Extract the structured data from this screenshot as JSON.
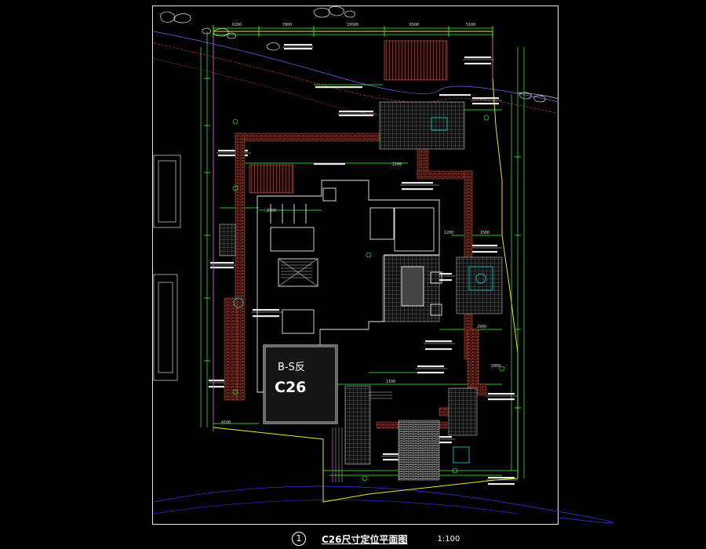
{
  "drawing": {
    "plot_code": "C26",
    "building_type": "B-S反"
  },
  "title_block": {
    "number": "1",
    "title": "C26尺寸定位平面图",
    "scale": "1:100"
  },
  "dimensions_top": [
    "6200",
    "7800",
    "19500",
    "6500",
    "5100"
  ],
  "dimensions_misc": [
    "2100",
    "2300",
    "1100",
    "1200",
    "1500",
    "2900",
    "3900",
    "4100"
  ],
  "colors": {
    "background": "#000000",
    "frame": "#e8e8e8",
    "dimension_green": "#39ff2f",
    "paving_red": "#d0503c",
    "wall_white": "#e8e8e8",
    "water_cyan": "#00e0e0",
    "boundary_yellow": "#e8e820",
    "magenta": "#e020e0"
  }
}
